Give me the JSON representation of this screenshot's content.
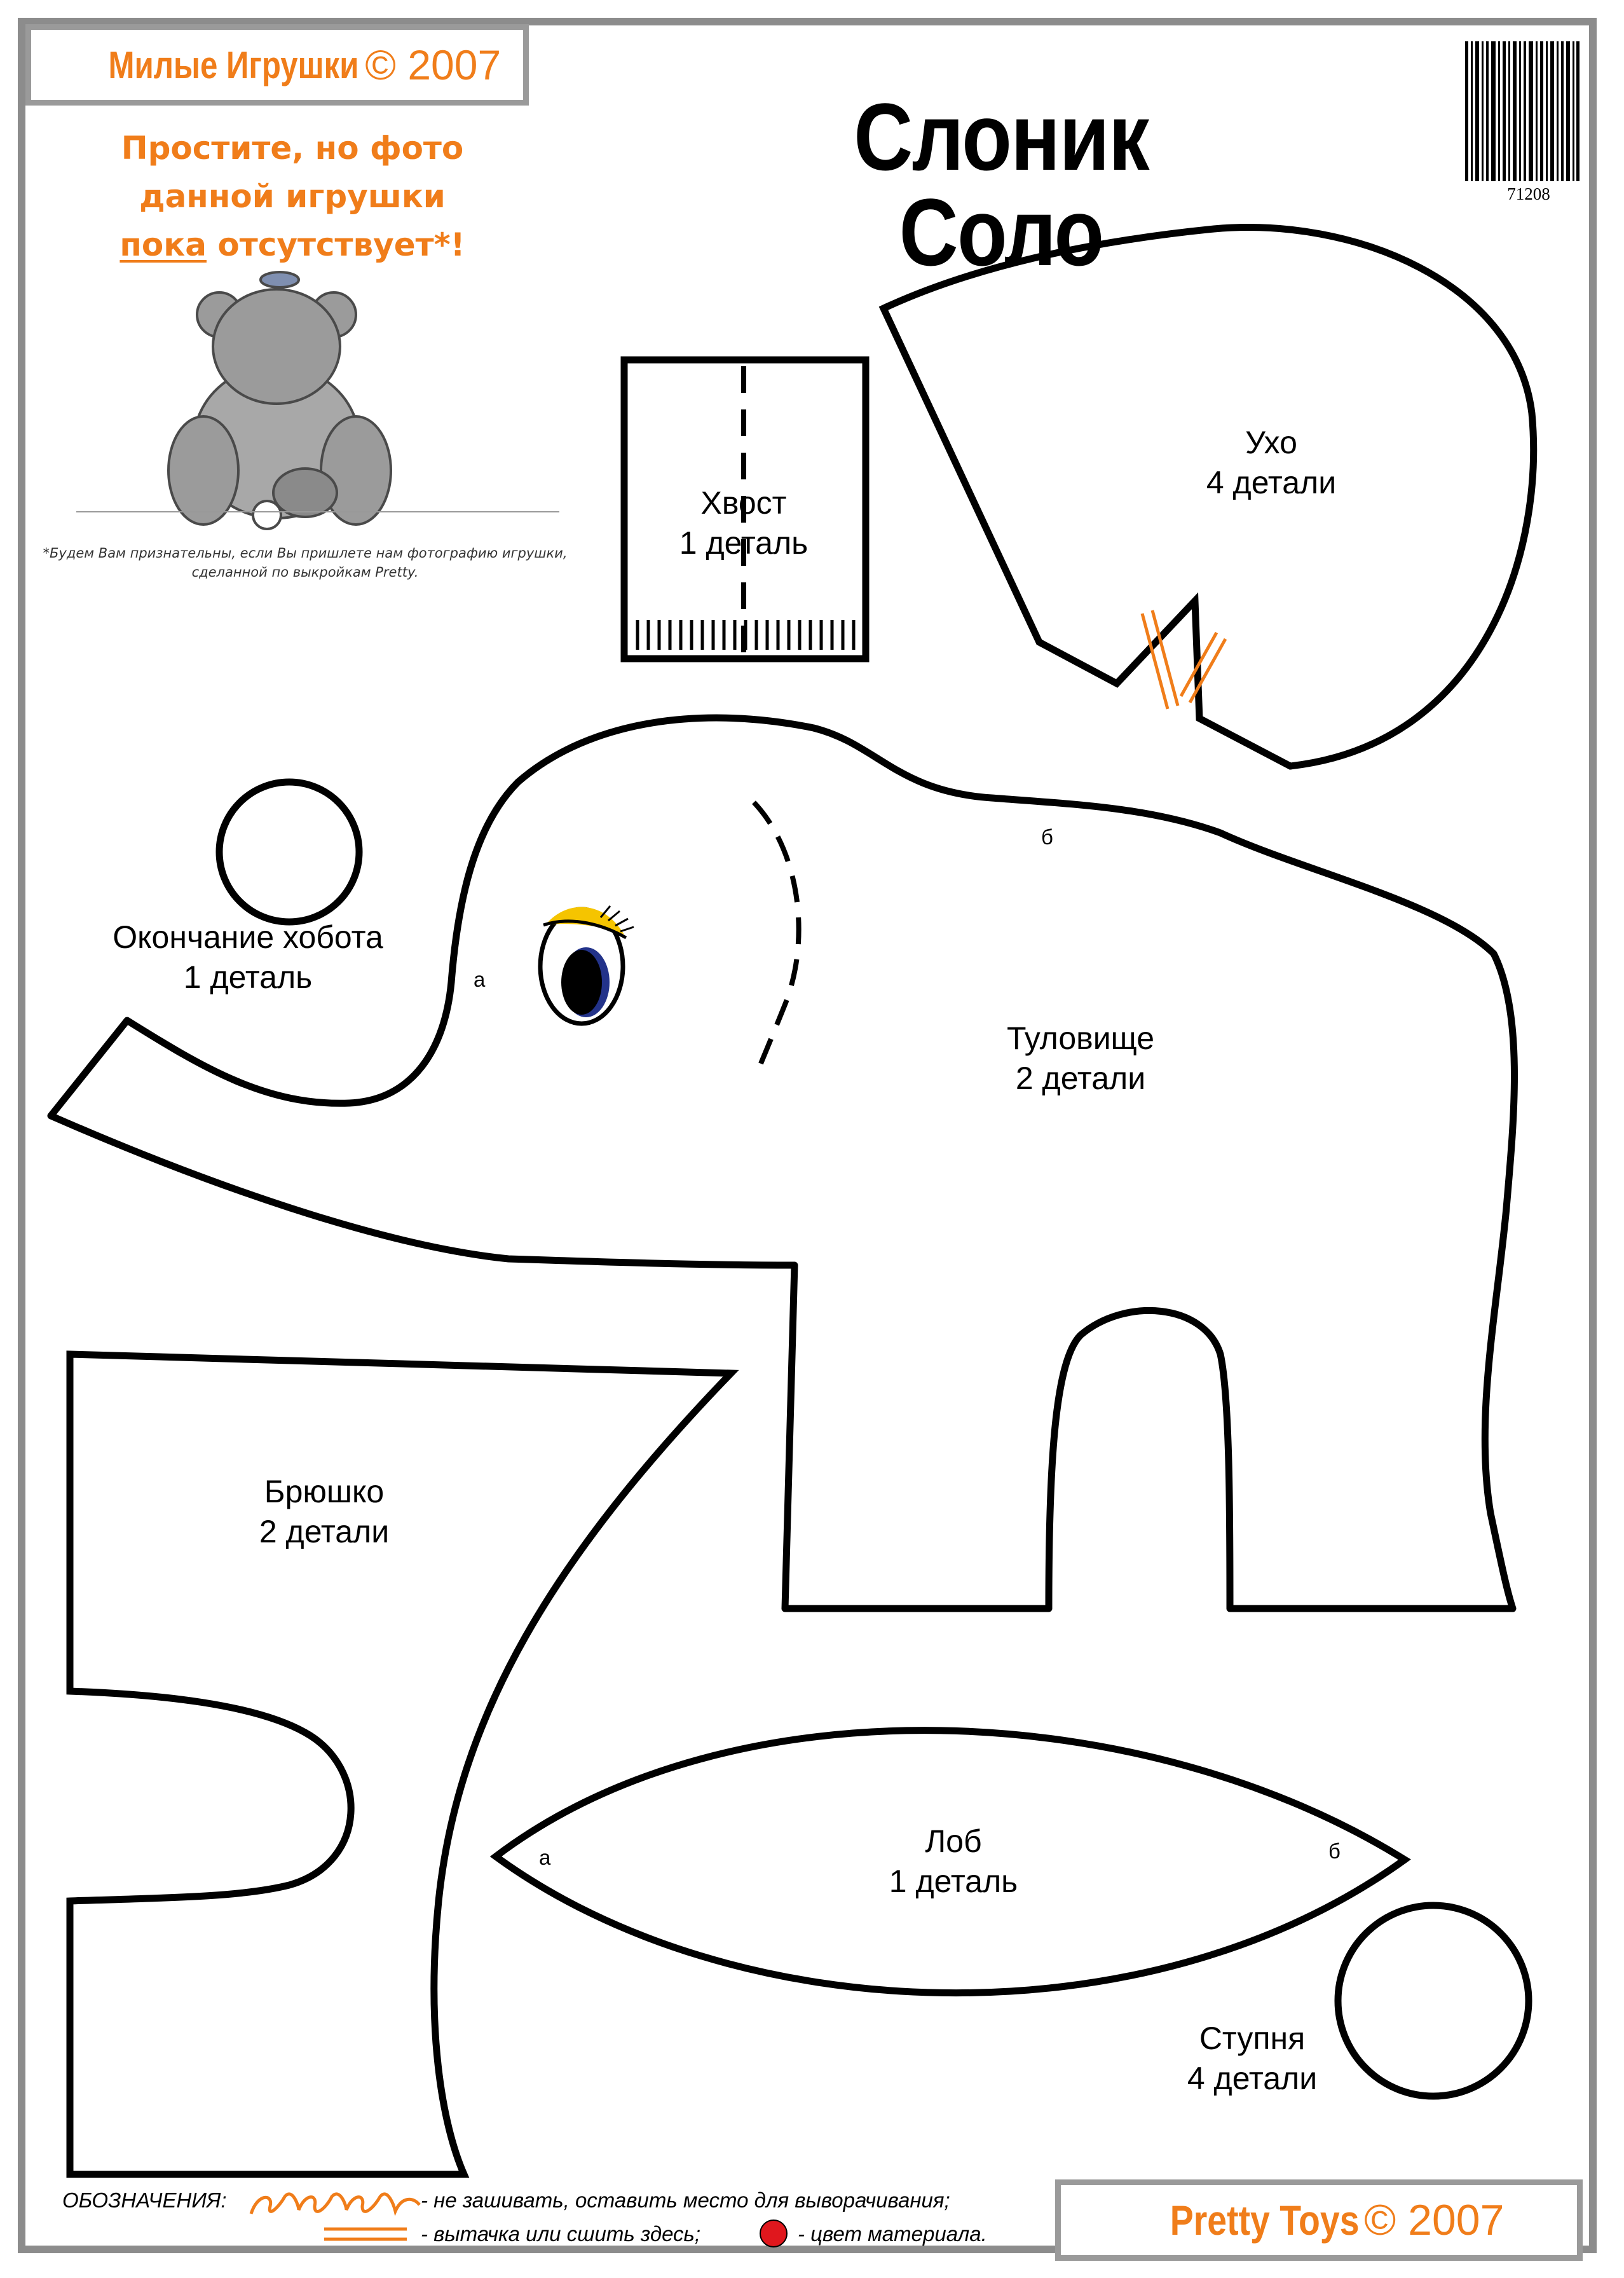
{
  "header": {
    "brand_name": "Милые Игрушки",
    "brand_year": "© 2007",
    "title": "Слоник Соло"
  },
  "barcode": {
    "number": "71208"
  },
  "notice": {
    "line1": "Простите, но фото",
    "line2": "данной игрушки",
    "line3_underlined": "пока",
    "line3_rest": " отсутствует*!",
    "footnote_line1": "*Будем Вам признательны, если Вы пришлете нам фотографию игрушки,",
    "footnote_line2": "сделанной по выкройкам Pretty."
  },
  "pieces": {
    "tail": {
      "name": "Хвост",
      "count": "1 деталь"
    },
    "ear": {
      "name": "Ухо",
      "count": "4 детали"
    },
    "trunk_tip": {
      "name": "Окончание хобота",
      "count": "1 деталь"
    },
    "body": {
      "name": "Туловище",
      "count": "2 детали"
    },
    "belly": {
      "name": "Брюшко",
      "count": "2 детали"
    },
    "forehead": {
      "name": "Лоб",
      "count": "1 деталь"
    },
    "foot": {
      "name": "Ступня",
      "count": "4 детали"
    }
  },
  "marks": {
    "a": "а",
    "b": "б"
  },
  "legend": {
    "title": "ОБОЗНАЧЕНИЯ:",
    "no_sew": "- не зашивать, оставить место  для выворачивания;",
    "dart": "- вытачка или сшить здесь;",
    "color": "- цвет материала."
  },
  "footer": {
    "brand_name": "Pretty Toys",
    "brand_year": "© 2007"
  },
  "colors": {
    "accent": "#f07d1a",
    "frame": "#8c8c8c",
    "eye_lid": "#f5c400",
    "eye_ring": "#23338a",
    "material_dot": "#e0171d"
  }
}
